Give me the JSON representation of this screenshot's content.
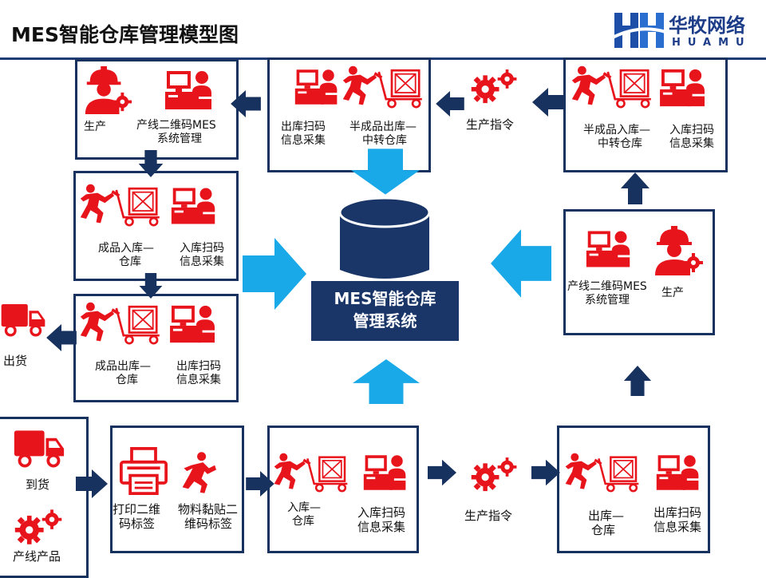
{
  "page": {
    "title": "MES智能仓库管理模型图",
    "logo_cn": "华牧网络",
    "logo_en": "HUAMU"
  },
  "center": {
    "line1": "MES智能仓库",
    "line2": "管理系统"
  },
  "boxes": {
    "box_a": {
      "left_label": "生产",
      "right_label_1": "产线二维码MES",
      "right_label_2": "系统管理"
    },
    "box_b": {
      "left_label_1": "出库扫码",
      "left_label_2": "信息采集",
      "right_label_1": "半成品出库—",
      "right_label_2": "中转仓库"
    },
    "box_c": {
      "left_label_1": "半成品入库—",
      "left_label_2": "中转仓库",
      "right_label_1": "入库扫码",
      "right_label_2": "信息采集"
    },
    "box_d": {
      "left_label_1": "成品入库—",
      "left_label_2": "仓库",
      "right_label_1": "入库扫码",
      "right_label_2": "信息采集"
    },
    "box_e": {
      "left_label_1": "产线二维码MES",
      "left_label_2": "系统管理",
      "right_label": "生产"
    },
    "box_f": {
      "left_label_1": "成品出库—",
      "left_label_2": "仓库",
      "right_label_1": "出库扫码",
      "right_label_2": "信息采集"
    },
    "box_g": {
      "top_label": "到货",
      "bottom_label": "产线产品"
    },
    "box_h": {
      "left_label_1": "打印二维",
      "left_label_2": "码标签",
      "right_label_1": "物料黏贴二",
      "right_label_2": "维码标签"
    },
    "box_i": {
      "left_label_1": "入库—",
      "left_label_2": "仓库",
      "right_label_1": "入库扫码",
      "right_label_2": "信息采集"
    },
    "box_j": {
      "left_label_1": "出库—",
      "left_label_2": "仓库",
      "right_label_1": "出库扫码",
      "right_label_2": "信息采集"
    }
  },
  "free_labels": {
    "production_order_top": "生产指令",
    "production_order_bottom": "生产指令",
    "ship_out": "出货"
  },
  "colors": {
    "box_border": "#17325f",
    "icon_red": "#e8141c",
    "arrow_dark": "#17325f",
    "arrow_light": "#19a8e8",
    "center_fill": "#1a3668"
  }
}
